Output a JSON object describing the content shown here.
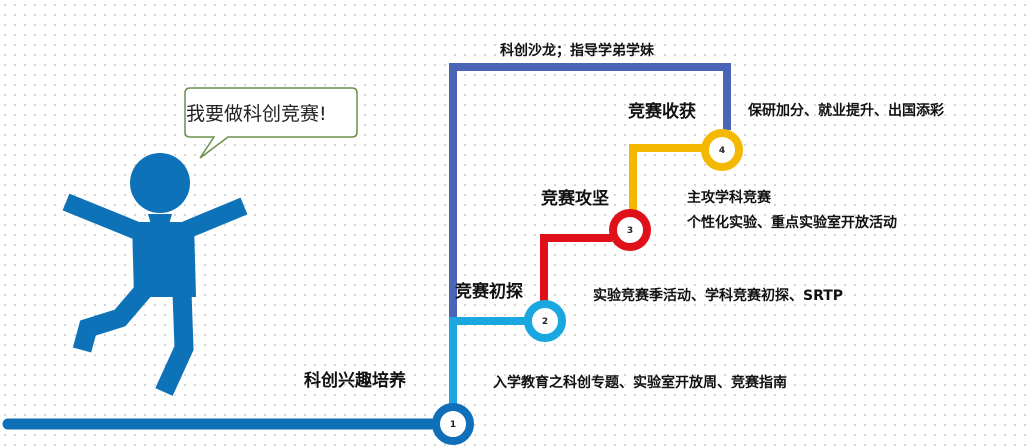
{
  "speech": {
    "text": "我要做科创竞赛!"
  },
  "loop": {
    "label": "科创沙龙；指导学弟学妹"
  },
  "stages": [
    {
      "number": "1",
      "title": "科创兴趣培养",
      "description": "入学教育之科创专题、实验室开放周、竞赛指南",
      "color": "#0f6fb8"
    },
    {
      "number": "2",
      "title": "竞赛初探",
      "description": "实验竞赛季活动、学科竞赛初探、SRTP",
      "color": "#1aa7e0"
    },
    {
      "number": "3",
      "title": "竞赛攻坚",
      "description_lines": [
        "主攻学科竞赛",
        "个性化实验、重点实验室开放活动"
      ],
      "color": "#e0101a"
    },
    {
      "number": "4",
      "title": "竞赛收获",
      "description": "保研加分、就业提升、出国添彩",
      "color": "#f5b800"
    }
  ],
  "colors": {
    "figure": "#0e72b8",
    "loop_path": "#4a65b8",
    "bubble_border": "#6a8f4a"
  }
}
